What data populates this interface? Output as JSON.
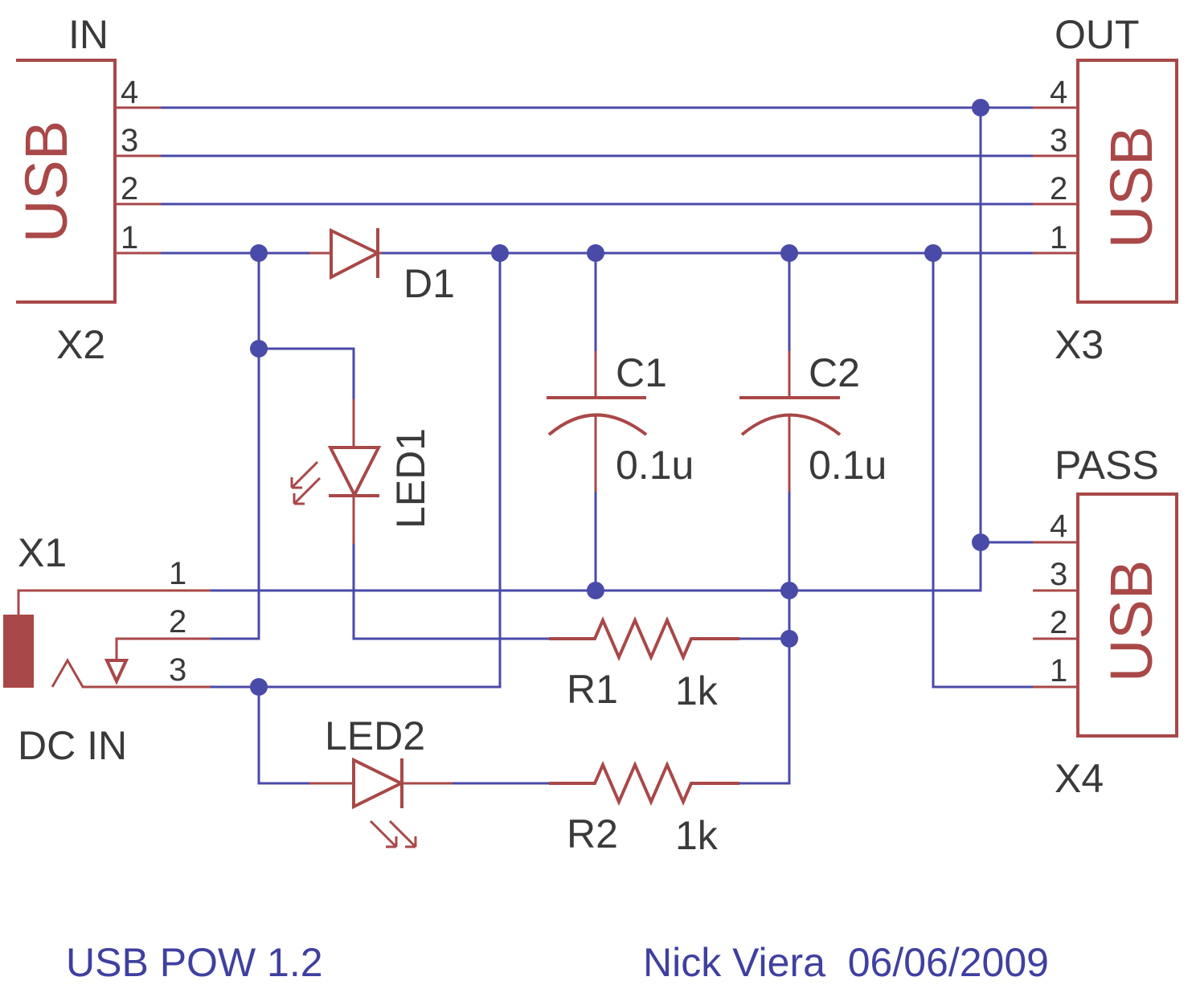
{
  "colors": {
    "wire": "#4a4aa8",
    "part": "#a94848",
    "label": "#3a3a3a",
    "note": "#4040a0",
    "background": "#ffffff"
  },
  "connectors": {
    "x2": {
      "ref": "X2",
      "title": "IN",
      "body": "USB",
      "pins": [
        "4",
        "3",
        "2",
        "1"
      ]
    },
    "x3": {
      "ref": "X3",
      "title": "OUT",
      "body": "USB",
      "pins": [
        "4",
        "3",
        "2",
        "1"
      ]
    },
    "x4": {
      "ref": "X4",
      "title": "PASS",
      "body": "USB",
      "pins": [
        "4",
        "3",
        "2",
        "1"
      ]
    },
    "x1": {
      "ref": "X1",
      "title": "DC IN",
      "pins": [
        "1",
        "2",
        "3"
      ]
    }
  },
  "parts": {
    "d1": {
      "ref": "D1"
    },
    "led1": {
      "ref": "LED1"
    },
    "led2": {
      "ref": "LED2"
    },
    "c1": {
      "ref": "C1",
      "value": "0.1u"
    },
    "c2": {
      "ref": "C2",
      "value": "0.1u"
    },
    "r1": {
      "ref": "R1",
      "value": "1k"
    },
    "r2": {
      "ref": "R2",
      "value": "1k"
    }
  },
  "footer": {
    "title": "USB POW 1.2",
    "author_date": "Nick Viera  06/06/2009"
  }
}
